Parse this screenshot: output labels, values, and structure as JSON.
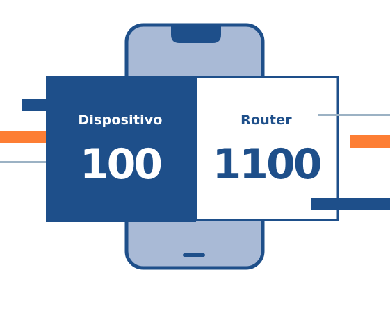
{
  "cards": {
    "device": {
      "label": "Dispositivo",
      "value": "100"
    },
    "router": {
      "label": "Router",
      "value": "1100"
    }
  },
  "colors": {
    "navy": "#1e4f8a",
    "phone_screen": "#a9bad6",
    "orange": "#fd7e34",
    "gray_line": "#9cb2c4",
    "white": "#ffffff"
  },
  "icons": {
    "phone": "smartphone-icon"
  }
}
